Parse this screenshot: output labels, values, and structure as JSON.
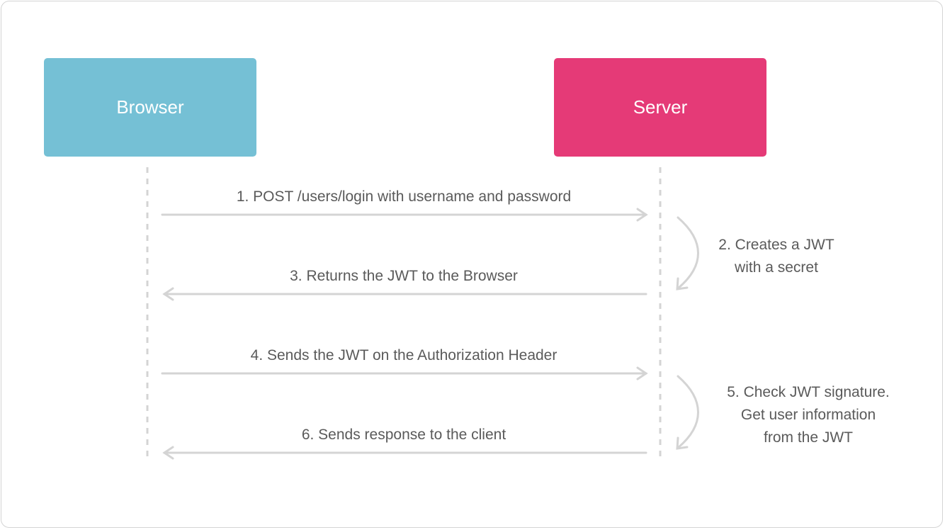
{
  "colors": {
    "browser": "#75c0d5",
    "server": "#e53a77",
    "lines": "#d4d4d4",
    "text": "#5a5a5a"
  },
  "actors": {
    "browser": "Browser",
    "server": "Server"
  },
  "messages": [
    {
      "label": "1. POST /users/login with username and password",
      "direction": "to-server"
    },
    {
      "label": "3. Returns the JWT to the Browser",
      "direction": "to-browser"
    },
    {
      "label": "4. Sends the JWT on the Authorization Header",
      "direction": "to-server"
    },
    {
      "label": "6. Sends response to the client",
      "direction": "to-browser"
    }
  ],
  "notes": [
    {
      "lines": [
        "2. Creates a JWT",
        "with a secret"
      ]
    },
    {
      "lines": [
        "5. Check JWT signature.",
        "Get user information",
        "from the JWT"
      ]
    }
  ]
}
